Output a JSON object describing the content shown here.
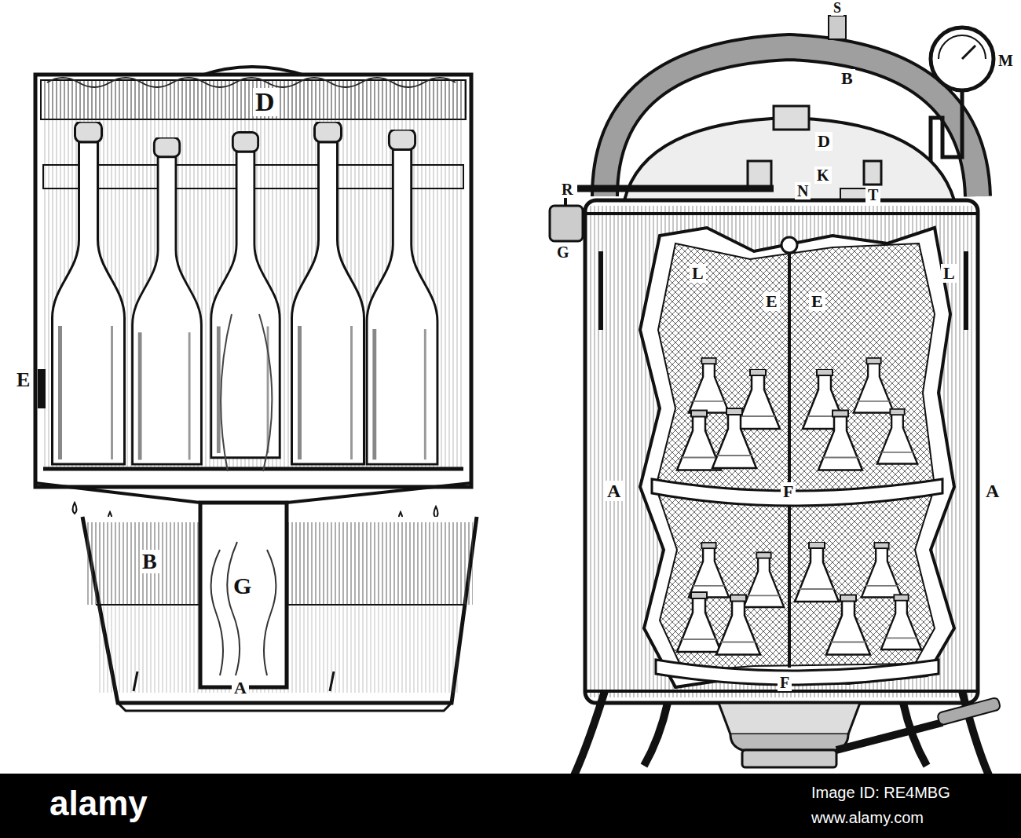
{
  "diagram": {
    "labels": [
      "D",
      "E",
      "B",
      "G",
      "A",
      "S",
      "B",
      "M",
      "R",
      "D",
      "K",
      "N",
      "T",
      "G",
      "E",
      "E",
      "L",
      "L",
      "A",
      "A",
      "F",
      "F",
      "alamy",
      "Image ID: RE4MBG",
      "www.alamy.com"
    ]
  }
}
